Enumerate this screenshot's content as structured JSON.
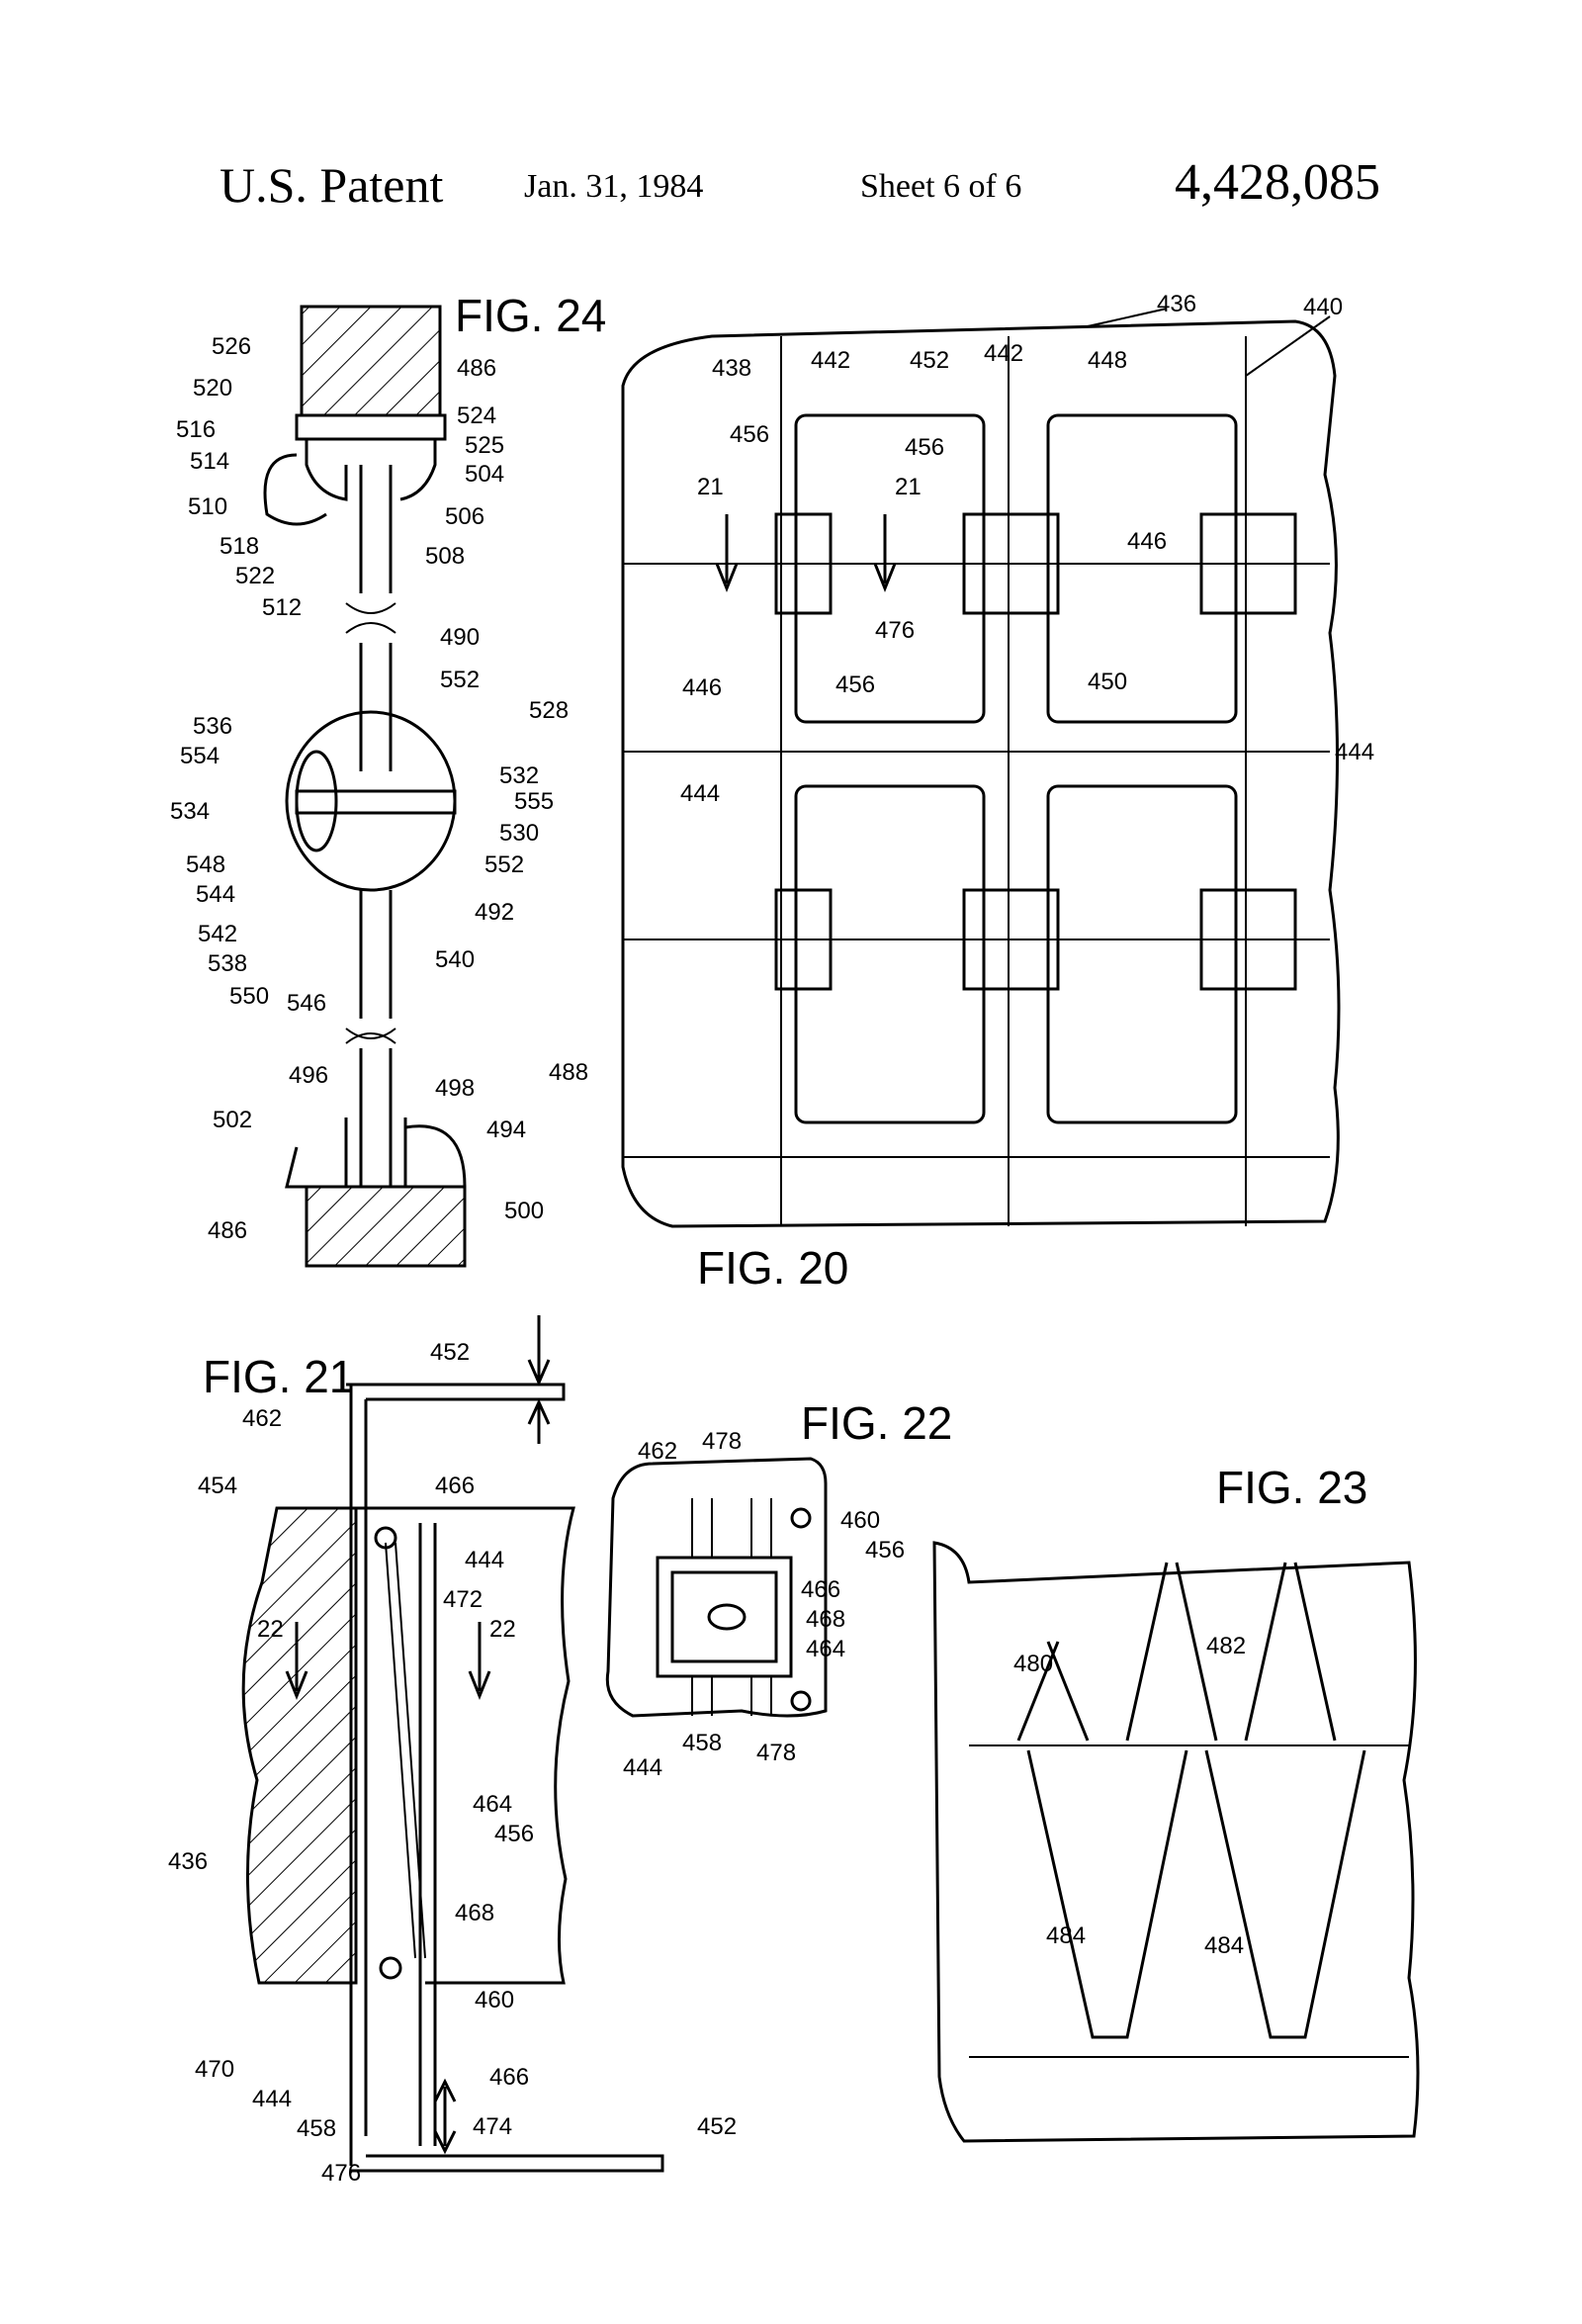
{
  "header": {
    "patent": "U.S. Patent",
    "date": "Jan. 31, 1984",
    "sheet": "Sheet 6 of 6",
    "number": "4,428,085"
  },
  "figures": {
    "fig24": {
      "title": "FIG. 24",
      "labels": [
        "526",
        "486",
        "520",
        "524",
        "516",
        "525",
        "514",
        "504",
        "510",
        "506",
        "518",
        "508",
        "522",
        "512",
        "490",
        "552",
        "528",
        "536",
        "554",
        "532",
        "555",
        "534",
        "530",
        "548",
        "552",
        "544",
        "492",
        "542",
        "538",
        "540",
        "550",
        "546",
        "488",
        "496",
        "498",
        "502",
        "494",
        "500",
        "486"
      ]
    },
    "fig20": {
      "title": "FIG. 20",
      "labels": [
        "436",
        "440",
        "438",
        "442",
        "452",
        "442",
        "448",
        "456",
        "456",
        "21",
        "21",
        "446",
        "476",
        "446",
        "456",
        "450",
        "444",
        "444"
      ]
    },
    "fig21": {
      "title": "FIG. 21",
      "labels": [
        "452",
        "462",
        "454",
        "466",
        "444",
        "472",
        "22",
        "22",
        "436",
        "464",
        "456",
        "468",
        "460",
        "470",
        "444",
        "458",
        "466",
        "474",
        "476",
        "452"
      ]
    },
    "fig22": {
      "title": "FIG. 22",
      "labels": [
        "462",
        "478",
        "460",
        "456",
        "466",
        "468",
        "464",
        "444",
        "458",
        "478"
      ]
    },
    "fig23": {
      "title": "FIG. 23",
      "labels": [
        "480",
        "482",
        "484",
        "484"
      ]
    }
  }
}
